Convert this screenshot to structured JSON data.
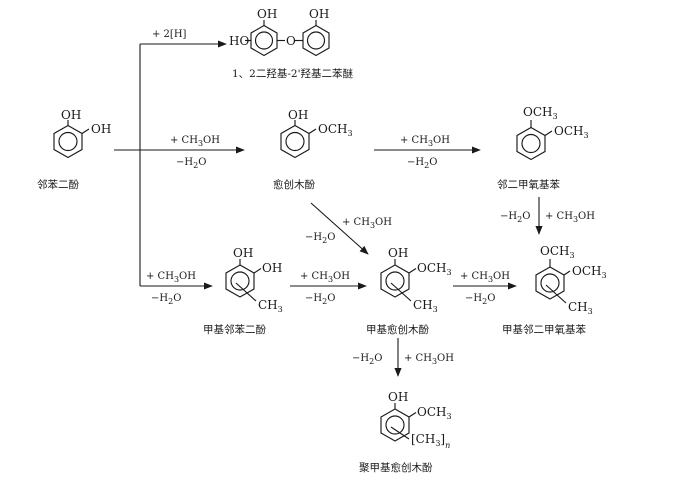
{
  "compounds": {
    "catechol": {
      "name": "邻苯二酚",
      "oh1": "OH",
      "oh2": "OH"
    },
    "dihydroxy_ether": {
      "name": "1、2二羟基-2'羟基二苯醚",
      "oh_top": "OH",
      "ho_left": "HO",
      "o_bridge": "O"
    },
    "guaiacol": {
      "name": "愈创木酚",
      "oh": "OH",
      "och3_main": "OCH",
      "och3_sub": "3"
    },
    "veratrole": {
      "name": "邻二甲氧基苯",
      "och3_a_main": "OCH",
      "och3_a_sub": "3",
      "och3_b_main": "OCH",
      "och3_b_sub": "3"
    },
    "methylcatechol": {
      "name": "甲基邻苯二酚",
      "oh1": "OH",
      "oh2": "OH",
      "ch3_main": "CH",
      "ch3_sub": "3"
    },
    "methylguaiacol": {
      "name": "甲基愈创木酚",
      "oh": "OH",
      "och3_main": "OCH",
      "och3_sub": "3",
      "ch3_main": "CH",
      "ch3_sub": "3"
    },
    "methylveratrole": {
      "name": "甲基邻二甲氧基苯",
      "och3_a_main": "OCH",
      "och3_a_sub": "3",
      "och3_b_main": "OCH",
      "och3_b_sub": "3",
      "ch3_main": "CH",
      "ch3_sub": "3"
    },
    "polymethylguaiacol": {
      "name": "聚甲基愈创木酚",
      "oh": "OH",
      "och3_main": "OCH",
      "och3_sub": "3",
      "poly_main": "[CH",
      "poly_sub": "3",
      "poly_close": "]",
      "poly_n": "n"
    }
  },
  "reagents": {
    "hydrogenation": "+ 2[H]",
    "plus_methanol": "+ CH",
    "methanol_sub": "3",
    "methanol_tail": "OH",
    "minus_water": "−H",
    "water_sub": "2",
    "water_tail": "O"
  }
}
